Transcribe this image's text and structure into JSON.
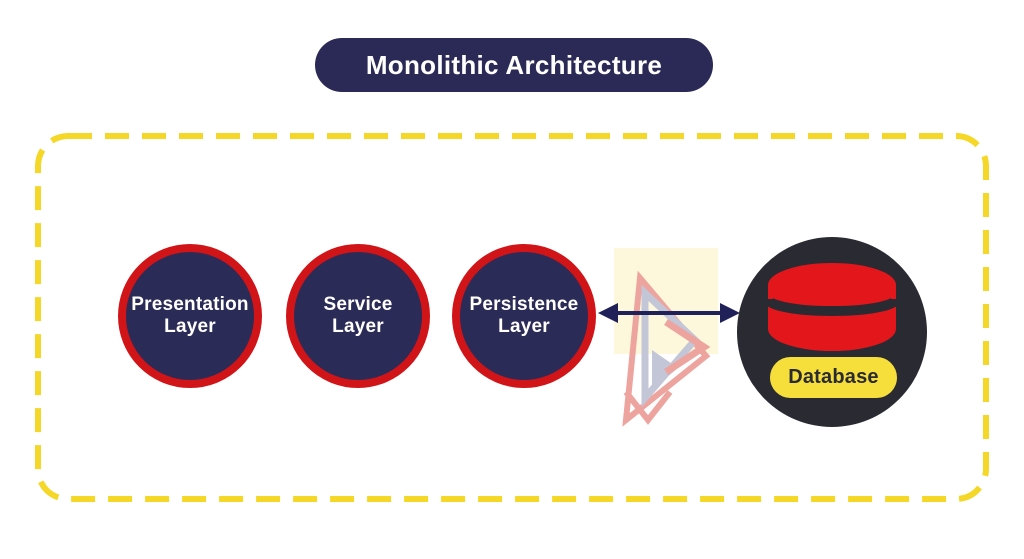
{
  "title": "Monolithic Architecture",
  "layers": [
    {
      "name": "presentation",
      "line1": "Presentation",
      "line2": "Layer"
    },
    {
      "name": "service",
      "line1": "Service",
      "line2": "Layer"
    },
    {
      "name": "persistence",
      "line1": "Persistence",
      "line2": "Layer"
    }
  ],
  "database": {
    "label": "Database"
  },
  "connector": {
    "type": "bidirectional-arrow",
    "from": "Persistence Layer",
    "to": "Database"
  },
  "colors": {
    "background": "#ffffff",
    "banner_navy": "#2b2a56",
    "circle_fill": "#2b2b57",
    "circle_border_red": "#d11418",
    "arrow_navy": "#1f2158",
    "db_circle_charcoal": "#2a2a33",
    "cylinder_red": "#e3171b",
    "label_pill_yellow": "#f6de3b",
    "boundary_dash_yellow": "#f5d827",
    "watermark_cream": "#fdf8dc",
    "watermark_red": "#eda49e",
    "watermark_gray": "#c3c6d6"
  }
}
